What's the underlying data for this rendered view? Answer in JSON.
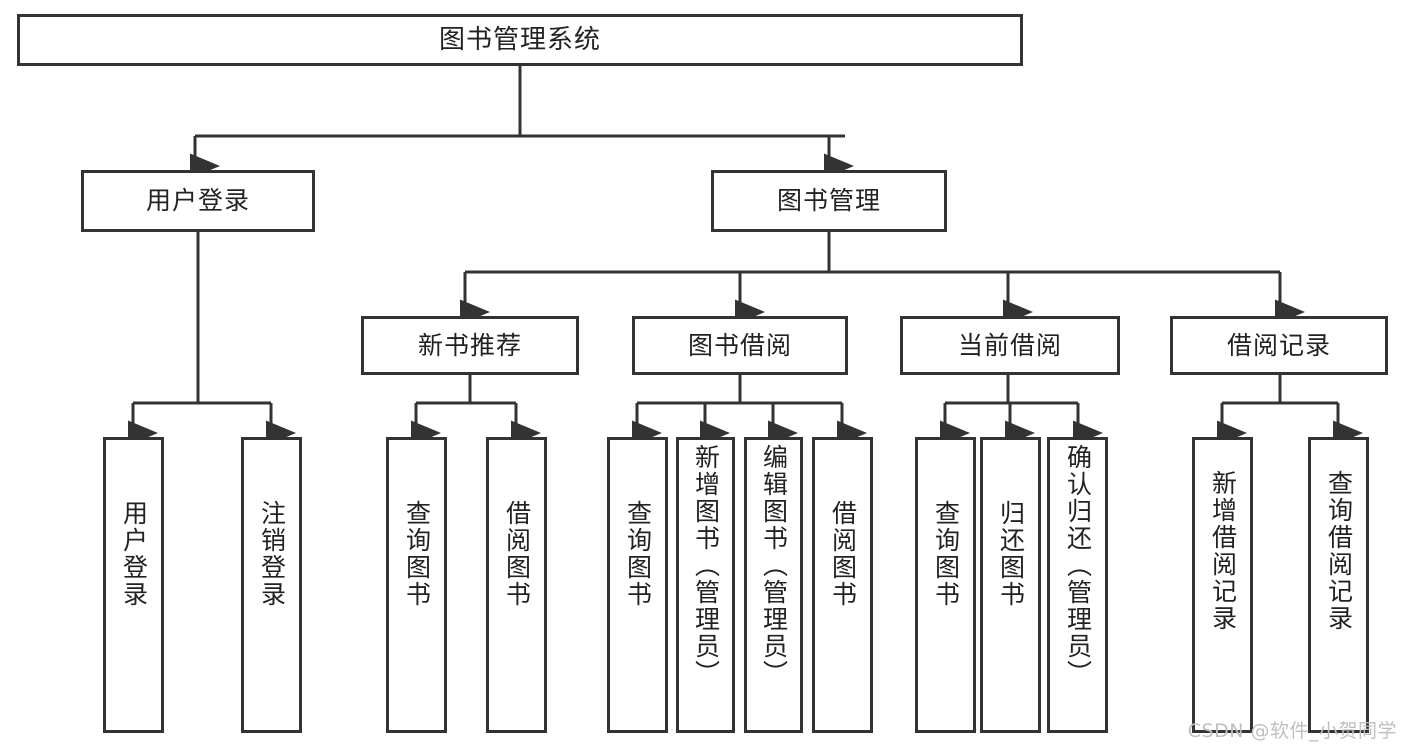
{
  "diagram": {
    "title": "图书管理系统",
    "type": "tree-hierarchy",
    "watermark": "CSDN @软件_小贺同学",
    "stroke_color": "#333333",
    "background_color": "#ffffff",
    "root": {
      "id": "root",
      "label": "图书管理系统"
    },
    "level1": [
      {
        "id": "user-login",
        "label": "用户登录"
      },
      {
        "id": "book-manage",
        "label": "图书管理"
      }
    ],
    "level2": [
      {
        "id": "new-book-recommend",
        "label": "新书推荐",
        "parent": "book-manage"
      },
      {
        "id": "book-borrow",
        "label": "图书借阅",
        "parent": "book-manage"
      },
      {
        "id": "current-borrow",
        "label": "当前借阅",
        "parent": "book-manage"
      },
      {
        "id": "borrow-record",
        "label": "借阅记录",
        "parent": "book-manage"
      }
    ],
    "leaves": [
      {
        "id": "leaf-user-login",
        "label": "用户登录",
        "parent": "user-login"
      },
      {
        "id": "leaf-logout-login",
        "label": "注销登录",
        "parent": "user-login"
      },
      {
        "id": "leaf-query-book-1",
        "label": "查询图书",
        "parent": "new-book-recommend"
      },
      {
        "id": "leaf-borrow-book-1",
        "label": "借阅图书",
        "parent": "new-book-recommend"
      },
      {
        "id": "leaf-query-book-2",
        "label": "查询图书",
        "parent": "book-borrow"
      },
      {
        "id": "leaf-add-book",
        "label": "新增图书（管理员）",
        "parent": "book-borrow"
      },
      {
        "id": "leaf-edit-book",
        "label": "编辑图书（管理员）",
        "parent": "book-borrow"
      },
      {
        "id": "leaf-borrow-book-2",
        "label": "借阅图书",
        "parent": "book-borrow"
      },
      {
        "id": "leaf-query-book-3",
        "label": "查询图书",
        "parent": "current-borrow"
      },
      {
        "id": "leaf-return-book",
        "label": "归还图书",
        "parent": "current-borrow"
      },
      {
        "id": "leaf-confirm-return",
        "label": "确认归还（管理员）",
        "parent": "current-borrow"
      },
      {
        "id": "leaf-add-record",
        "label": "新增借阅记录",
        "parent": "borrow-record"
      },
      {
        "id": "leaf-query-record",
        "label": "查询借阅记录",
        "parent": "borrow-record"
      }
    ]
  }
}
